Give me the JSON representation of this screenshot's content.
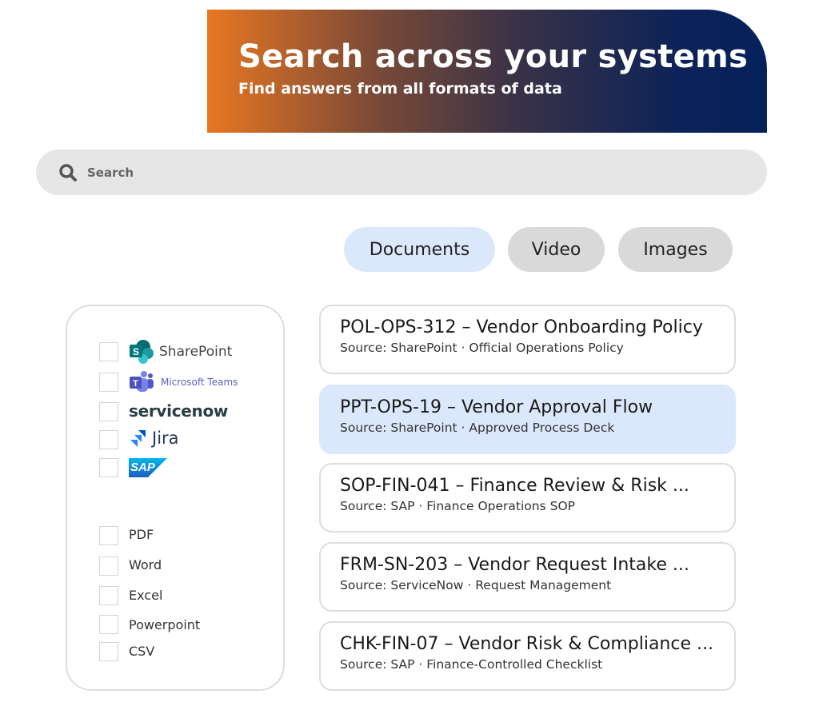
{
  "banner": {
    "title": "Search across your systems",
    "subtitle": "Find answers from all formats of data"
  },
  "search": {
    "placeholder": "Search"
  },
  "tabs": [
    {
      "label": "Documents",
      "active": true
    },
    {
      "label": "Video"
    },
    {
      "label": "Images"
    }
  ],
  "sources": [
    {
      "label": "SharePoint"
    },
    {
      "label": "Microsoft Teams"
    },
    {
      "label": "servicenow"
    },
    {
      "label": "Jira"
    },
    {
      "label": "SAP"
    }
  ],
  "formats": [
    {
      "label": "PDF"
    },
    {
      "label": "Word"
    },
    {
      "label": "Excel"
    },
    {
      "label": "Powerpoint"
    },
    {
      "label": "CSV"
    }
  ],
  "results": [
    {
      "title": "POL-OPS-312 – Vendor Onboarding Policy",
      "source": "Source: SharePoint · Official Operations Policy"
    },
    {
      "title": "PPT-OPS-19 – Vendor Approval Flow",
      "source": "Source: SharePoint · Approved Process Deck",
      "selected": true
    },
    {
      "title": "SOP-FIN-041 – Finance Review & Risk ...",
      "source": "Source: SAP · Finance Operations SOP"
    },
    {
      "title": "FRM-SN-203 – Vendor Request Intake ...",
      "source": "Source: ServiceNow · Request Management"
    },
    {
      "title": "CHK-FIN-07 – Vendor Risk & Compliance ...",
      "source": "Source: SAP · Finance-Controlled Checklist"
    }
  ]
}
